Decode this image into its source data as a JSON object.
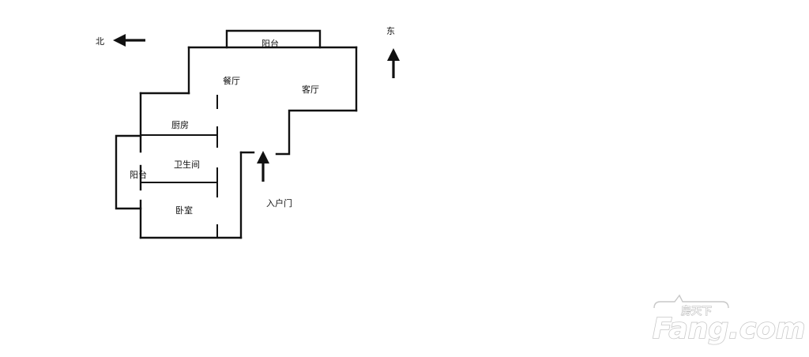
{
  "compass": {
    "north": "北",
    "east": "东"
  },
  "rooms": {
    "balcony_top": "阳台",
    "dining": "餐厅",
    "living": "客厅",
    "kitchen": "厨房",
    "bathroom": "卫生间",
    "balcony_side": "阳台",
    "bedroom": "卧室"
  },
  "entrance": "入户门",
  "watermark": {
    "main": "Fang.com",
    "sub": "房天下"
  }
}
